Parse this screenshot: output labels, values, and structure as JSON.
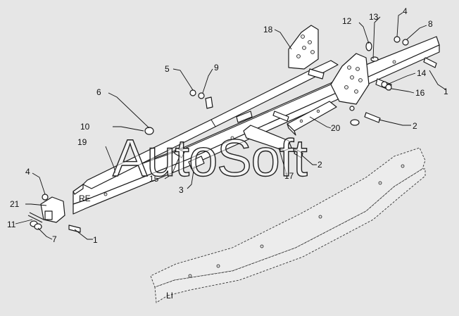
{
  "watermark": "AutoSoft",
  "side_labels": {
    "right": "RE",
    "left": "LI"
  },
  "callouts": [
    {
      "id": "c1a",
      "label": "1"
    },
    {
      "id": "c1b",
      "label": "1"
    },
    {
      "id": "c2a",
      "label": "2"
    },
    {
      "id": "c2b",
      "label": "2"
    },
    {
      "id": "c3",
      "label": "3"
    },
    {
      "id": "c4a",
      "label": "4"
    },
    {
      "id": "c4b",
      "label": "4"
    },
    {
      "id": "c5",
      "label": "5"
    },
    {
      "id": "c6",
      "label": "6"
    },
    {
      "id": "c7",
      "label": "7"
    },
    {
      "id": "c8",
      "label": "8"
    },
    {
      "id": "c9",
      "label": "9"
    },
    {
      "id": "c10",
      "label": "10"
    },
    {
      "id": "c11",
      "label": "11"
    },
    {
      "id": "c12",
      "label": "12"
    },
    {
      "id": "c13",
      "label": "13"
    },
    {
      "id": "c14",
      "label": "14"
    },
    {
      "id": "c15",
      "label": "15"
    },
    {
      "id": "c16",
      "label": "16"
    },
    {
      "id": "c17",
      "label": "17"
    },
    {
      "id": "c18",
      "label": "18"
    },
    {
      "id": "c19",
      "label": "19"
    },
    {
      "id": "c20",
      "label": "20"
    },
    {
      "id": "c21",
      "label": "21"
    }
  ]
}
